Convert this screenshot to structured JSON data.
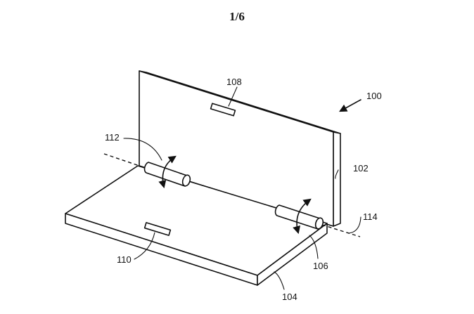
{
  "sheet_number": "1/6",
  "reference_numerals": {
    "device": "100",
    "first_housing": "102",
    "second_housing": "104",
    "hinge_right": "106",
    "sensor_top": "108",
    "sensor_bottom": "110",
    "hinge_left": "112",
    "hinge_axis": "114"
  }
}
